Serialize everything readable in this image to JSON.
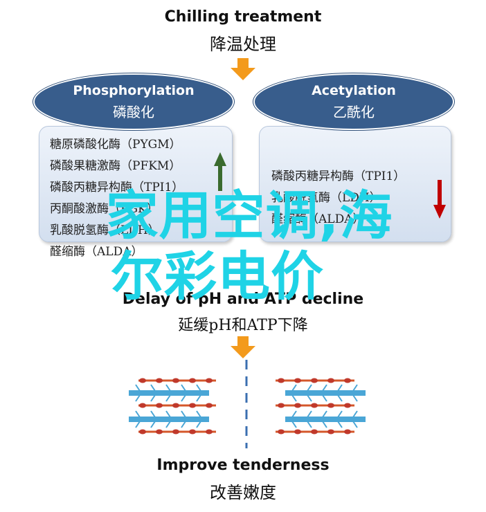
{
  "header": {
    "title_en": "Chilling treatment",
    "title_zh": "降温处理"
  },
  "left_group": {
    "title_en": "Phosphorylation",
    "title_zh": "磷酸化",
    "items": [
      "糖原磷酸化酶（PYGM）",
      "磷酸果糖激酶（PFKM）",
      "磷酸丙糖异构酶（TPI1）",
      "丙酮酸激酶（PGK）",
      "乳酸脱氢酶（LDH）",
      "醛缩酶（ALDA）"
    ],
    "trend_icon": "up-arrow-icon",
    "trend_color": "#3a6b2e"
  },
  "right_group": {
    "title_en": "Acetylation",
    "title_zh": "乙酰化",
    "items": [
      "磷酸丙糖异构酶（TPI1）",
      "乳酸脱氢酶（LDH）",
      "醛缩酶（ALDA）"
    ],
    "trend_icon": "down-arrow-icon",
    "trend_color": "#c00000"
  },
  "middle": {
    "title_en": "Delay of pH and ATP decline",
    "title_zh": "延缓pH和ATP下降"
  },
  "footer": {
    "title_en": "Improve tenderness",
    "title_zh": "改善嫩度"
  },
  "watermark": {
    "line1": "家用空调,海",
    "line2": "尔彩电价"
  },
  "colors": {
    "ellipse": "#385d8c",
    "arrow": "#f39a1c",
    "fiber_line": "#d4572a",
    "fiber_bead": "#c0392b",
    "fiber_band": "#4aa6d6",
    "center_dash": "#3b6fb0",
    "watermark": "#1fd3e6"
  }
}
